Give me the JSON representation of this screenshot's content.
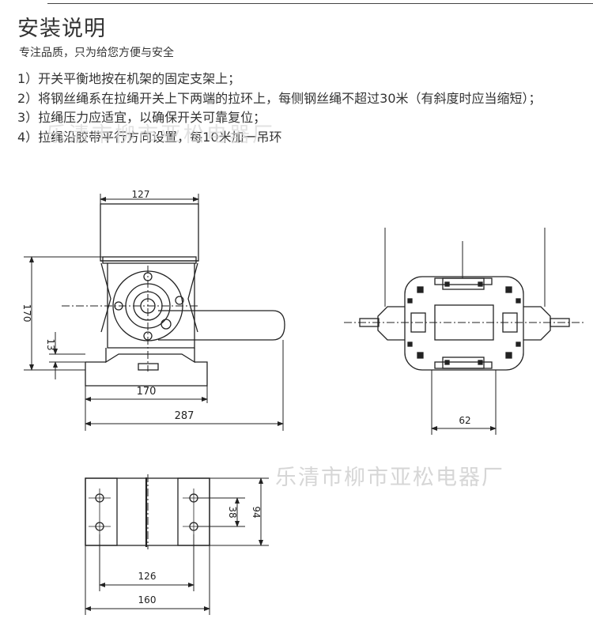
{
  "header": {
    "title": "安装说明",
    "subtitle": "专注品质，只为给您方便与安全"
  },
  "instructions": [
    "1）开关平衡地按在机架的固定支架上；",
    "2）将钢丝绳系在拉绳开关上下两端的拉环上，每侧钢丝绳不超过30米（有斜度时应当缩短）；",
    "3）拉绳压力应适宜，以确保开关可靠复位；",
    "4）拉绳沿胶带平行方向设置，每10米加一吊环"
  ],
  "watermark": {
    "text": "乐清市柳市亚松电器厂"
  },
  "dimensions": {
    "side_view": {
      "top_width": "127",
      "height": "170",
      "base_height": "13",
      "base_width": "170",
      "overall_length": "287"
    },
    "front_view": {
      "width": "62"
    },
    "base_plate": {
      "inner_height": "38",
      "outer_height": "94",
      "hole_spacing": "126",
      "overall_width": "160"
    }
  }
}
